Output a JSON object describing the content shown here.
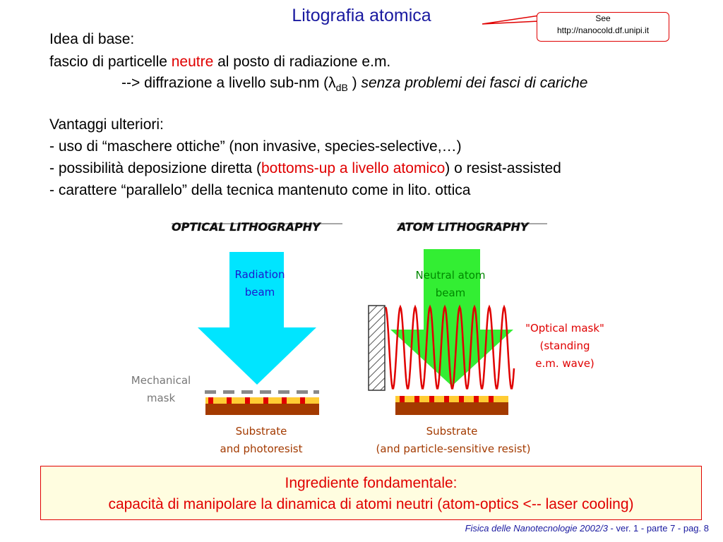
{
  "title": "Litografia atomica",
  "see_note": {
    "line1": "See",
    "line2": "http://nanocold.df.unipi.it"
  },
  "intro": {
    "heading": "Idea di base:",
    "line2_before": "fascio di particelle ",
    "line2_red": "neutre",
    "line2_after": " al posto di radiazione e.m.",
    "line3_before": "--> diffrazione a livello sub-nm (",
    "lambda": "λ",
    "subscript": "dB",
    "line3_close": " )",
    "line3_italic": " senza problemi dei fasci di cariche"
  },
  "advantages": {
    "heading": "Vantaggi ulteriori:",
    "item1": "- uso di “maschere ottiche” (non invasive, species-selective,…)",
    "item2_before": "- possibilità deposizione diretta (",
    "item2_red": "bottoms-up a livello atomico",
    "item2_after": ") o resist-assisted",
    "item3": "- carattere “parallelo” della tecnica mantenuto come in lito. ottica"
  },
  "diagram": {
    "left_title": "OPTICAL LITHOGRAPHY",
    "right_title": "ATOM LITHOGRAPHY",
    "radiation_beam_1": "Radiation",
    "radiation_beam_2": "beam",
    "neutral_atom_1": "Neutral atom",
    "neutral_atom_2": "beam",
    "mech_mask_1": "Mechanical",
    "mech_mask_2": "mask",
    "optical_mask_1": "\"Optical mask\"",
    "optical_mask_2": "(standing",
    "optical_mask_3": "e.m. wave)",
    "substrate_left_1": "Substrate",
    "substrate_left_2": "and photoresist",
    "substrate_right_1": "Substrate",
    "substrate_right_2": "(and particle-sensitive resist)",
    "colors": {
      "cyan": "#00e5ff",
      "green": "#33ee33",
      "wave": "#e00000",
      "substrate": "#a33a00",
      "resist": "#ffcc33"
    }
  },
  "key_box": {
    "line1": "Ingrediente fondamentale:",
    "line2": "capacità di manipolare la dinamica di atomi neutri (atom-optics <-- laser cooling)"
  },
  "footer": {
    "course": "Fisica delle Nanotecnologie 2002/3",
    "rest": "  - ver. 1 -  parte 7  - pag. 8"
  }
}
